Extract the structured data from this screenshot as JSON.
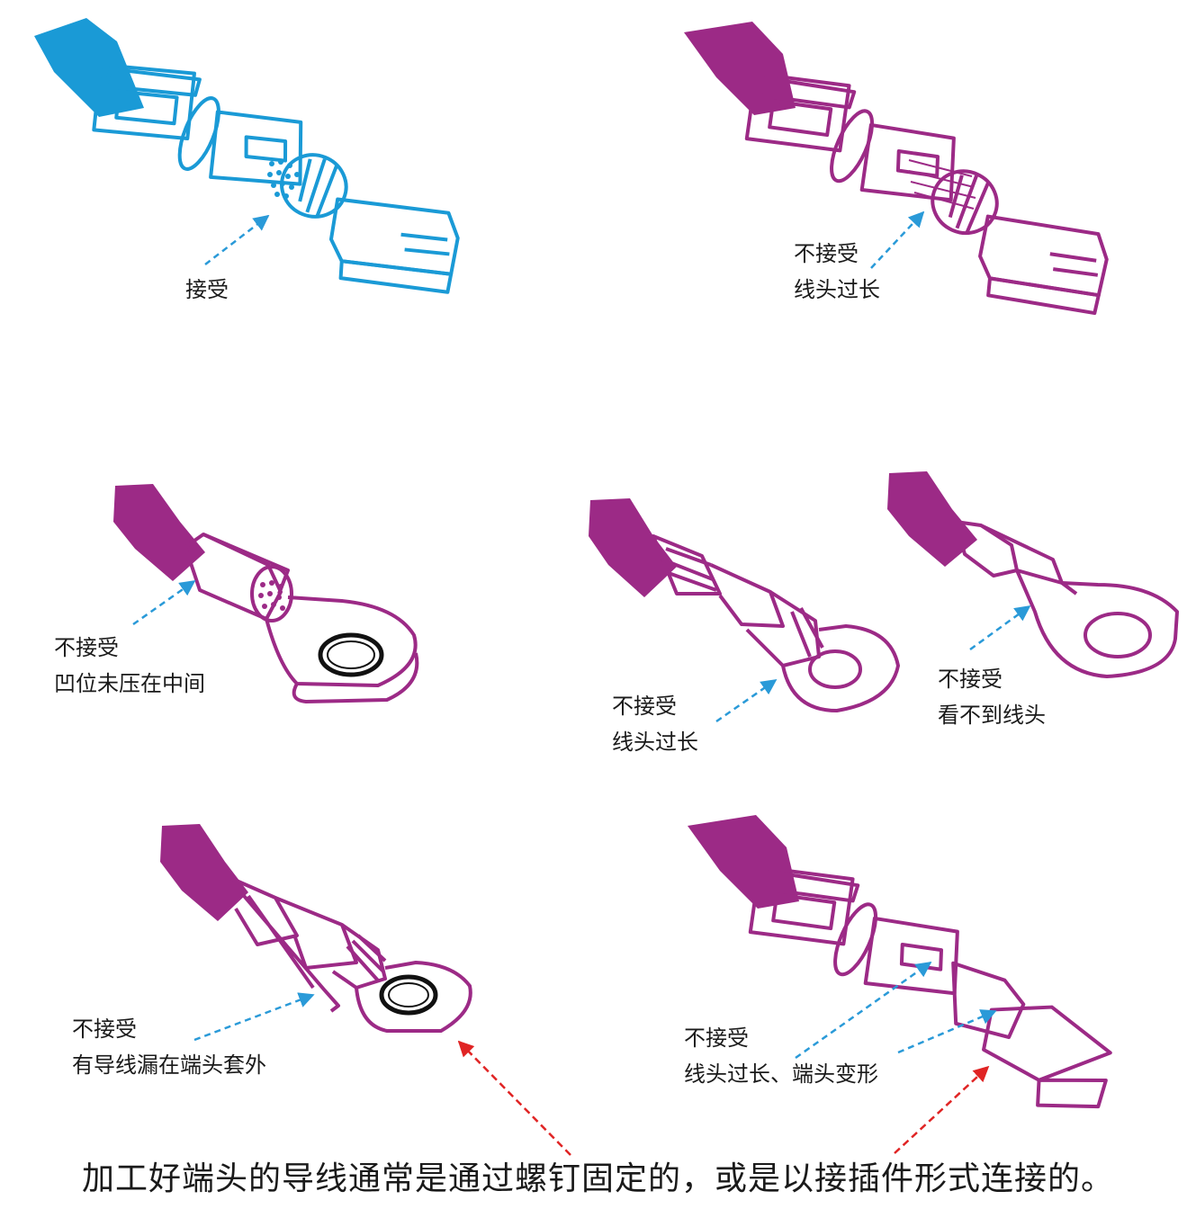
{
  "colors": {
    "blue": "#1a9ad6",
    "magenta": "#9c2a86",
    "arrow_blue": "#2a9ad8",
    "arrow_red": "#e02424",
    "text": "#1a1a1a"
  },
  "labels": {
    "fig1": {
      "line1": "接受"
    },
    "fig2": {
      "line1": "不接受",
      "line2": "线头过长"
    },
    "fig3": {
      "line1": "不接受",
      "line2": "凹位未压在中间"
    },
    "fig4": {
      "line1": "不接受",
      "line2": "线头过长"
    },
    "fig5": {
      "line1": "不接受",
      "line2": "看不到线头"
    },
    "fig6": {
      "line1": "不接受",
      "line2": "有导线漏在端头套外"
    },
    "fig7": {
      "line1": "不接受",
      "line2": "线头过长、端头变形"
    }
  },
  "footer": "加工好端头的导线通常是通过螺钉固定的，或是以接插件形式连接的。"
}
